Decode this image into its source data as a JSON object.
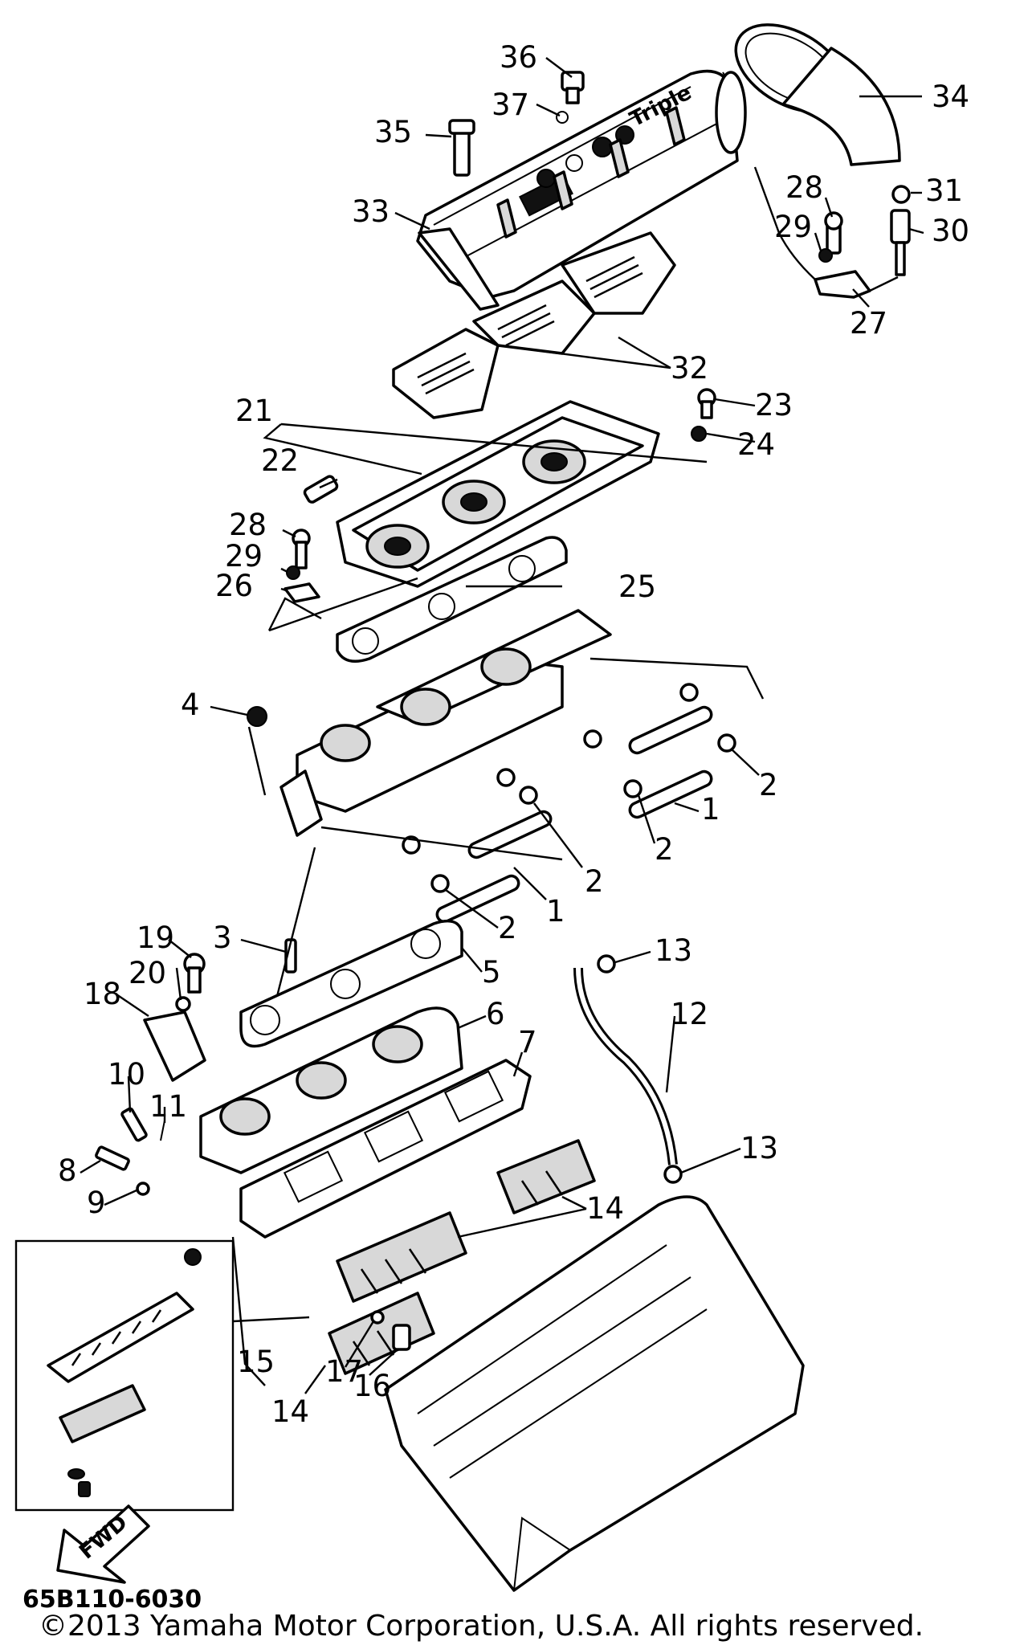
{
  "callouts": [
    {
      "num": "36"
    },
    {
      "num": "37"
    },
    {
      "num": "35"
    },
    {
      "num": "33"
    },
    {
      "num": "34"
    },
    {
      "num": "28"
    },
    {
      "num": "31"
    },
    {
      "num": "29"
    },
    {
      "num": "30"
    },
    {
      "num": "27"
    },
    {
      "num": "32"
    },
    {
      "num": "23"
    },
    {
      "num": "21"
    },
    {
      "num": "24"
    },
    {
      "num": "22"
    },
    {
      "num": "28"
    },
    {
      "num": "29"
    },
    {
      "num": "26"
    },
    {
      "num": "25"
    },
    {
      "num": "4"
    },
    {
      "num": "2"
    },
    {
      "num": "1"
    },
    {
      "num": "2"
    },
    {
      "num": "2"
    },
    {
      "num": "1"
    },
    {
      "num": "2"
    },
    {
      "num": "3"
    },
    {
      "num": "19"
    },
    {
      "num": "13"
    },
    {
      "num": "5"
    },
    {
      "num": "20"
    },
    {
      "num": "18"
    },
    {
      "num": "6"
    },
    {
      "num": "12"
    },
    {
      "num": "7"
    },
    {
      "num": "10"
    },
    {
      "num": "11"
    },
    {
      "num": "13"
    },
    {
      "num": "8"
    },
    {
      "num": "9"
    },
    {
      "num": "14"
    },
    {
      "num": "15"
    },
    {
      "num": "17"
    },
    {
      "num": "16"
    },
    {
      "num": "14"
    }
  ],
  "fwd_arrow_label": "FWD",
  "diagram_code": "65B110-6030",
  "copyright": "©2013 Yamaha Motor Corporation, U.S.A. All rights reserved."
}
